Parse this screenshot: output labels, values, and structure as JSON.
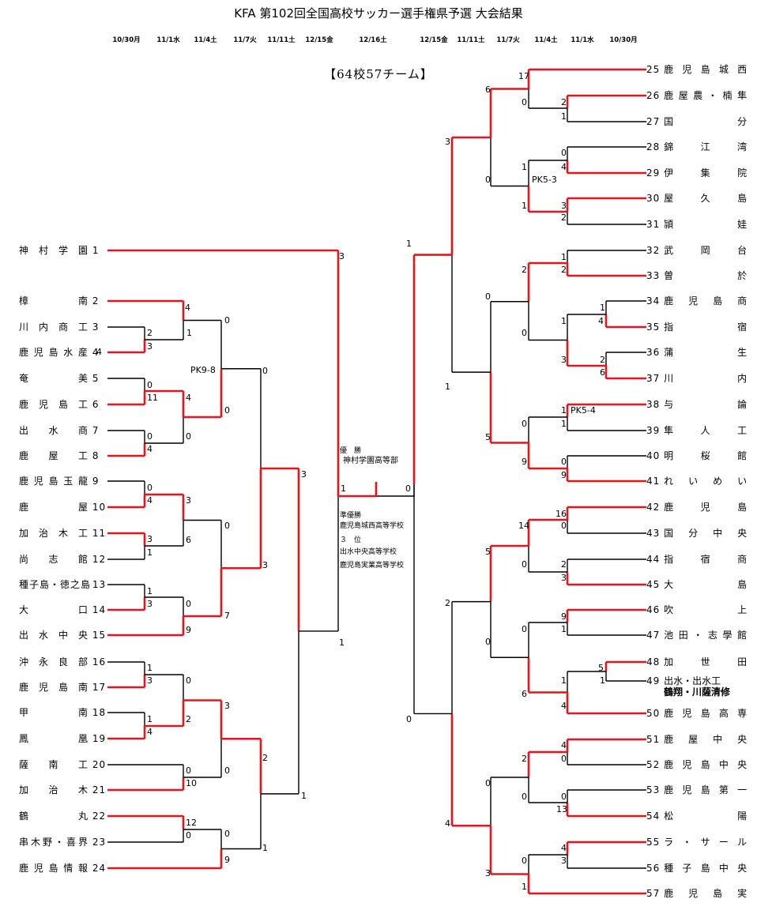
{
  "header": {
    "title": "KFA 第102回全国高校サッカー選手権県予選 大会結果",
    "team_count": "【64校57チーム】",
    "dates": [
      "10/30月",
      "11/1水",
      "11/4土",
      "11/7火",
      "11/11土",
      "12/15金",
      "12/16土",
      "12/15金",
      "11/11土",
      "11/7火",
      "11/4土",
      "11/1水",
      "10/30月"
    ]
  },
  "left_teams": [
    {
      "name": "神村学園",
      "num": "1"
    },
    {
      "name": "樟南",
      "num": "2"
    },
    {
      "name": "川内商工",
      "num": "3"
    },
    {
      "name": "鹿児島水産",
      "num": "4"
    },
    {
      "name": "奄美",
      "num": "5"
    },
    {
      "name": "鹿児島工",
      "num": "6"
    },
    {
      "name": "出水商",
      "num": "7"
    },
    {
      "name": "鹿屋工",
      "num": "8"
    },
    {
      "name": "鹿児島玉龍",
      "num": "9"
    },
    {
      "name": "鹿屋",
      "num": "10"
    },
    {
      "name": "加治木工",
      "num": "11"
    },
    {
      "name": "尚志館",
      "num": "12"
    },
    {
      "name": "種子島・徳之島",
      "num": "13"
    },
    {
      "name": "大口",
      "num": "14"
    },
    {
      "name": "出水中央",
      "num": "15"
    },
    {
      "name": "沖永良部",
      "num": "16"
    },
    {
      "name": "鹿児島南",
      "num": "17"
    },
    {
      "name": "甲南",
      "num": "18"
    },
    {
      "name": "鳳凰",
      "num": "19"
    },
    {
      "name": "薩南工",
      "num": "20"
    },
    {
      "name": "加治木",
      "num": "21"
    },
    {
      "name": "鶴丸",
      "num": "22"
    },
    {
      "name": "串木野・喜界",
      "num": "23"
    },
    {
      "name": "鹿児島情報",
      "num": "24"
    }
  ],
  "right_teams": [
    {
      "num": "25",
      "name": "鹿児島城西"
    },
    {
      "num": "26",
      "name": "鹿屋農・楠隼"
    },
    {
      "num": "27",
      "name": "国分"
    },
    {
      "num": "28",
      "name": "錦江湾"
    },
    {
      "num": "29",
      "name": "伊集院"
    },
    {
      "num": "30",
      "name": "屋久島"
    },
    {
      "num": "31",
      "name": "頴娃"
    },
    {
      "num": "32",
      "name": "武岡台"
    },
    {
      "num": "33",
      "name": "曽於"
    },
    {
      "num": "34",
      "name": "鹿児島商"
    },
    {
      "num": "35",
      "name": "指宿"
    },
    {
      "num": "36",
      "name": "蒲生"
    },
    {
      "num": "37",
      "name": "川内"
    },
    {
      "num": "38",
      "name": "与論"
    },
    {
      "num": "39",
      "name": "隼人工"
    },
    {
      "num": "40",
      "name": "明桜館"
    },
    {
      "num": "41",
      "name": "れいめい"
    },
    {
      "num": "42",
      "name": "鹿児島"
    },
    {
      "num": "43",
      "name": "国分中央"
    },
    {
      "num": "44",
      "name": "指宿商"
    },
    {
      "num": "45",
      "name": "大島"
    },
    {
      "num": "46",
      "name": "吹上"
    },
    {
      "num": "47",
      "name": "池田・志學館"
    },
    {
      "num": "48",
      "name": "加世田"
    },
    {
      "num": "49",
      "name": "出水・出水工",
      "name2": "鶴翔・川薩清修"
    },
    {
      "num": "50",
      "name": "鹿児島高専"
    },
    {
      "num": "51",
      "name": "鹿屋中央"
    },
    {
      "num": "52",
      "name": "鹿児島中央"
    },
    {
      "num": "53",
      "name": "鹿児島第一"
    },
    {
      "num": "54",
      "name": "松陽"
    },
    {
      "num": "55",
      "name": "ラ・サール"
    },
    {
      "num": "56",
      "name": "種子島中央"
    },
    {
      "num": "57",
      "name": "鹿児島実"
    }
  ],
  "pk_labels": [
    "PK9-8",
    "PK5-3",
    "PK5-4"
  ],
  "final": {
    "champion_label": "優　勝",
    "champion": "神村学園高等部",
    "runner_up_label": "準優勝",
    "runner_up": "鹿児島城西高等学校",
    "third_label": "３　位",
    "third_1": "出水中央高等学校",
    "third_2": "鹿児島実業高等学校",
    "score_left": "1",
    "score_right": "0"
  },
  "colors": {
    "winner_line": "#e8141c",
    "line": "#000000"
  }
}
